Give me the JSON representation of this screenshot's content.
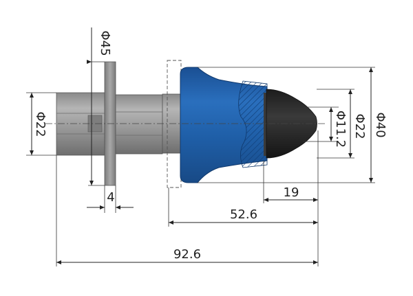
{
  "dimensions": {
    "phi45": "Φ45",
    "phi22_left": "Φ22",
    "phi11_2": "Φ11.2",
    "phi22_right": "Φ22",
    "phi40": "Φ40",
    "len_4": "4",
    "len_19": "19",
    "len_52_6": "52.6",
    "len_92_6": "92.6"
  },
  "colors": {
    "body_blue": "#1f5fa8",
    "shank_gray": "#8e8e8e",
    "tip_dark": "#2a2a2a",
    "line": "#222222"
  }
}
